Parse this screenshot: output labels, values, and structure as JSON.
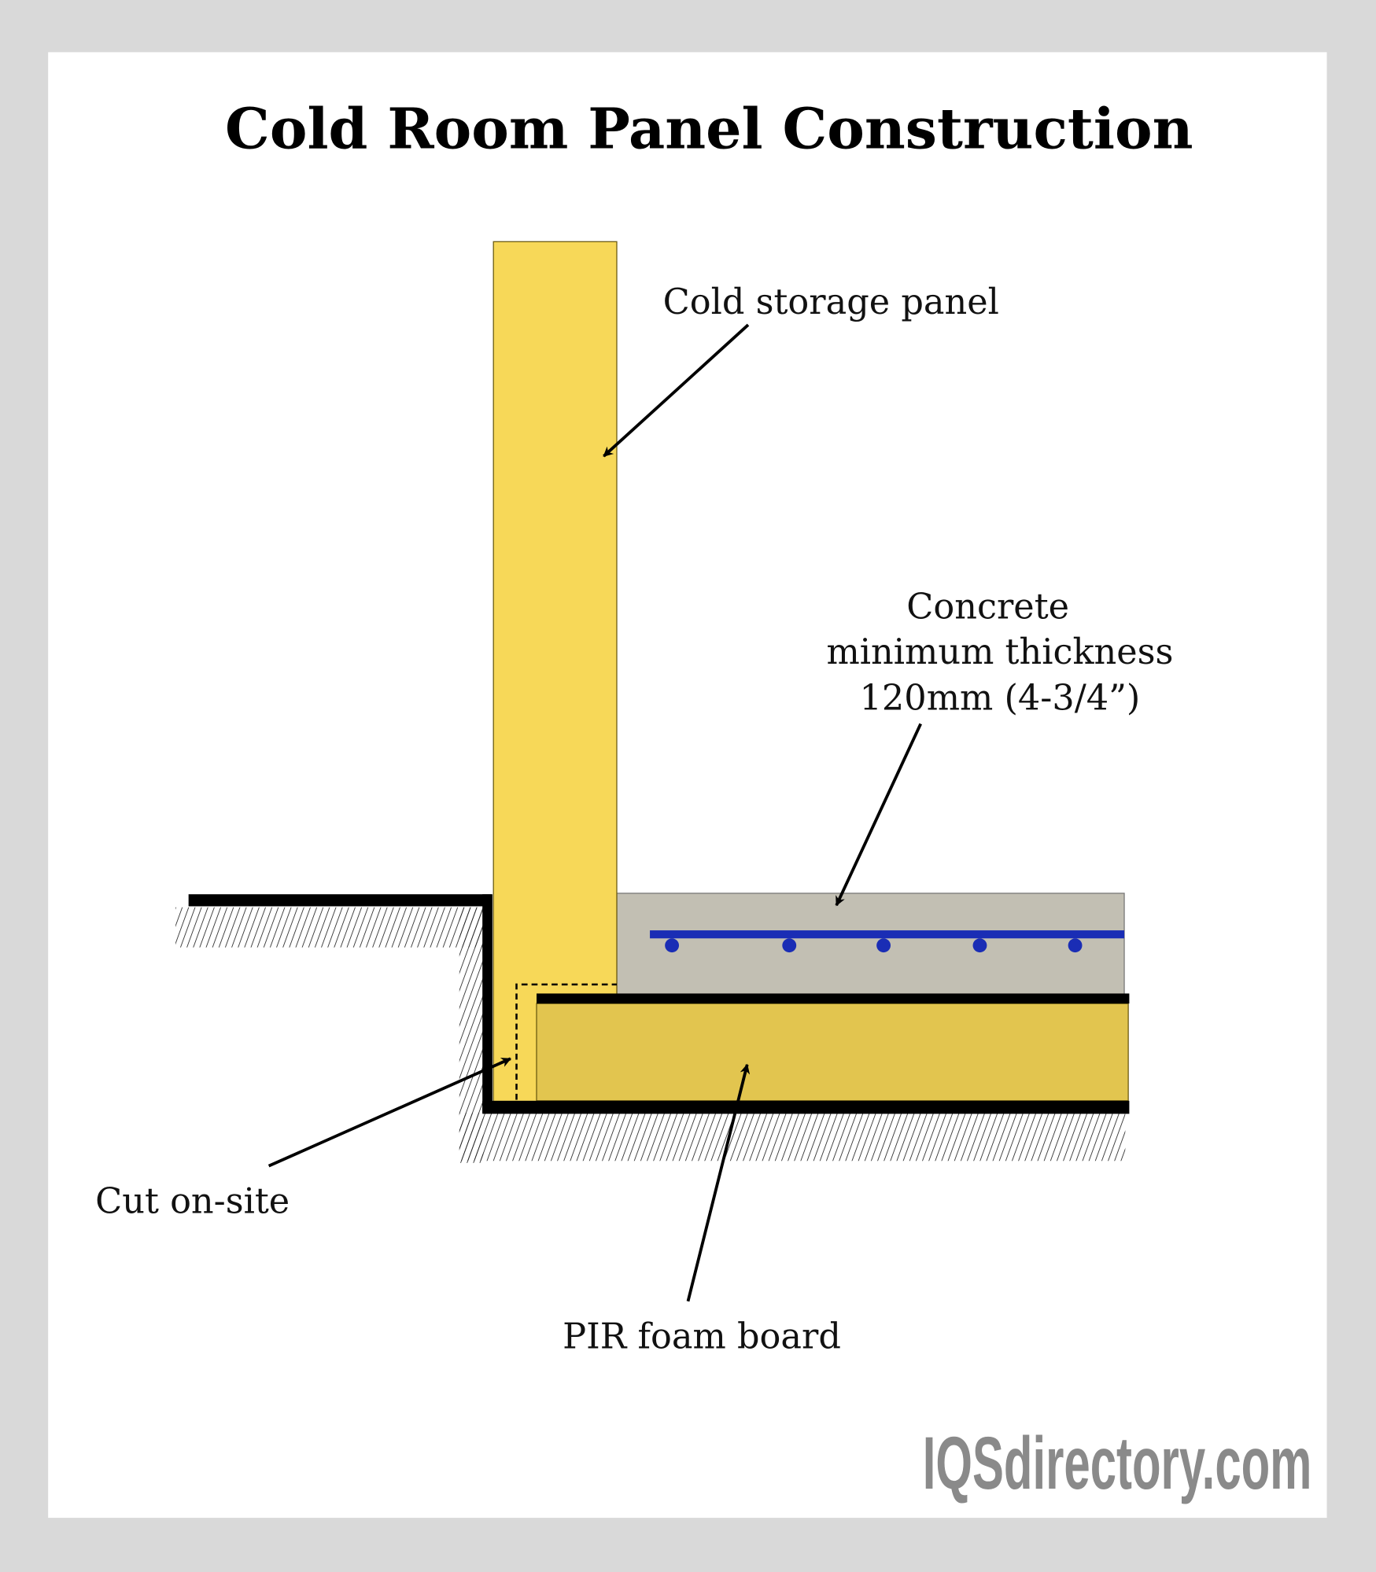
{
  "title": "Cold Room Panel Construction",
  "labels": {
    "cold_storage_panel": "Cold storage panel",
    "concrete_line1": "Concrete",
    "concrete_line2": "minimum thickness",
    "concrete_line3": "120mm (4-3/4”)",
    "cut_on_site": "Cut on-site",
    "pir_foam_board": "PIR foam board"
  },
  "logo": "IQSdirectory.com",
  "colors": {
    "background": "#d9d9d9",
    "panel_yellow": "#f7d858",
    "pir_foam": "#e2c54f",
    "concrete": "#c2bfb3",
    "rebar": "#1a2db5",
    "logo": "#8a8a8a"
  }
}
